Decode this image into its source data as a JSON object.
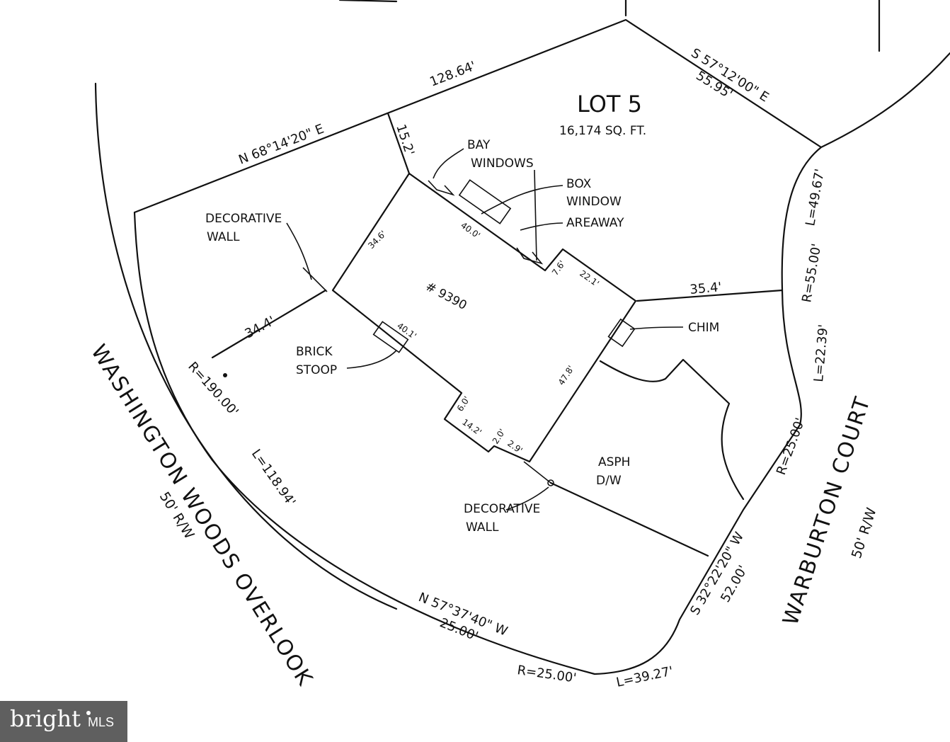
{
  "lot": {
    "title": "LOT 5",
    "area": "16,174 SQ. FT."
  },
  "house": {
    "number": "# 9390"
  },
  "boundary": {
    "north_bearing": "N 68°14'20\" E",
    "north_length": "128.64'",
    "ne_bearing": "S 57°12'00\" E",
    "ne_length": "55.95'",
    "curve_right_r": "R=55.00'",
    "curve_right_l": "L=49.67'",
    "curve_right_l2": "L=22.39'",
    "curve_se_r": "R=25.00'",
    "east_bearing": "S 32°22'20\" W",
    "east_length": "52.00'",
    "corner_l": "L=39.27'",
    "corner_r": "R=25.00'",
    "south_bearing": "N 57°37'40\" W",
    "south_length": "25.00'",
    "west_r": "R=190.00'",
    "west_l": "L=118.94'"
  },
  "dimensions": {
    "offset_north": "15.2'",
    "offset_west": "34.4'",
    "offset_east": "35.4'",
    "house_nw": "34.6'",
    "house_n": "40.0'",
    "house_step": "7.6'",
    "house_ne": "22.1'",
    "house_e": "47.8'",
    "house_s": "40.1'",
    "house_step2": "6.0'",
    "house_s2": "14.2'",
    "house_step3": "2.0'",
    "house_s3": "2.9'"
  },
  "features": {
    "bay_windows": [
      "BAY",
      "WINDOWS"
    ],
    "box_window": [
      "BOX",
      "WINDOW"
    ],
    "areaway": "AREAWAY",
    "decorative_wall_1": [
      "DECORATIVE",
      "WALL"
    ],
    "decorative_wall_2": [
      "DECORATIVE",
      "WALL"
    ],
    "brick_stoop": [
      "BRICK",
      "STOOP"
    ],
    "chim": "CHIM",
    "driveway": [
      "ASPH",
      "D/W"
    ]
  },
  "roads": {
    "west_name": "WASHINGTON WOODS OVERLOOK",
    "west_rw": "50' R/W",
    "east_name": "WARBURTON COURT",
    "east_rw": "50' R/W"
  },
  "watermark": {
    "brand": "bright",
    "suffix": "MLS"
  }
}
